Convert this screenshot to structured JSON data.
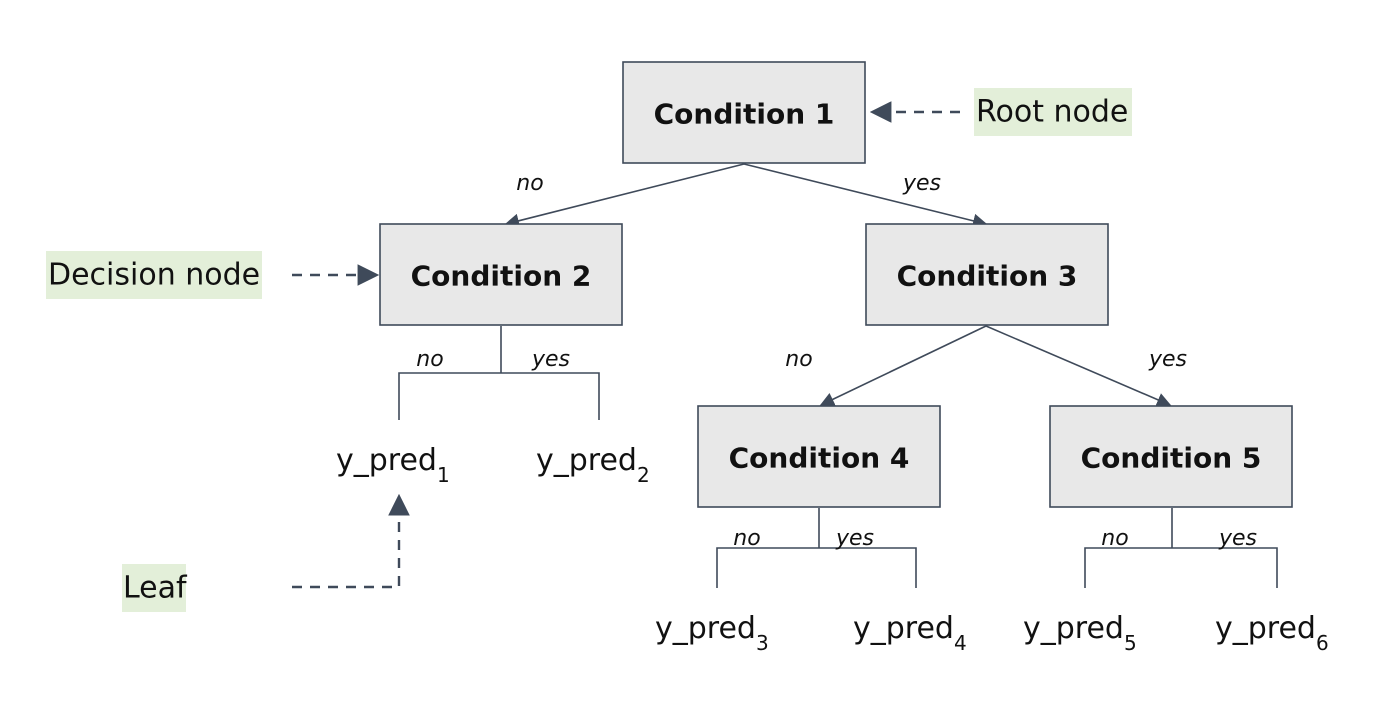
{
  "nodes": {
    "condition1": "Condition 1",
    "condition2": "Condition 2",
    "condition3": "Condition 3",
    "condition4": "Condition 4",
    "condition5": "Condition 5"
  },
  "edge_labels": {
    "no": "no",
    "yes": "yes"
  },
  "leaves": [
    {
      "text": "y_pred",
      "sub": "1"
    },
    {
      "text": "y_pred",
      "sub": "2"
    },
    {
      "text": "y_pred",
      "sub": "3"
    },
    {
      "text": "y_pred",
      "sub": "4"
    },
    {
      "text": "y_pred",
      "sub": "5"
    },
    {
      "text": "y_pred",
      "sub": "6"
    }
  ],
  "annotations": {
    "root": "Root node",
    "decision": "Decision node",
    "leaf": "Leaf"
  },
  "colors": {
    "node_fill": "#e8e8e8",
    "line": "#3f4a5a",
    "annotation_highlight": "#e3efd9"
  }
}
